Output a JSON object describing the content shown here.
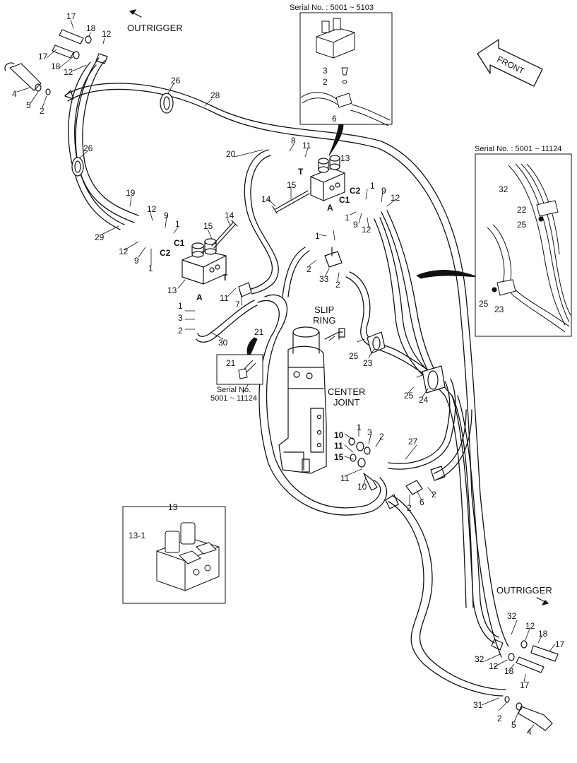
{
  "captions": {
    "outrigger_top": "OUTRIGGER",
    "outrigger_bottom": "OUTRIGGER",
    "front": "FRONT",
    "slip_ring": [
      "SLIP",
      "RING"
    ],
    "center_joint": [
      "CENTER",
      "JOINT"
    ],
    "serial_top": "Serial No. : 5001 ~ 5103",
    "serial_right": "Serial No. : 5001 ~ 11124",
    "serial_small": [
      "Serial No.",
      "5001 ~ 11124"
    ]
  },
  "port_letters": [
    "C1",
    "C2",
    "T",
    "A",
    "C1",
    "C2",
    "T",
    "A"
  ],
  "part_numbers": [
    "1",
    "2",
    "3",
    "4",
    "5",
    "6",
    "7",
    "8",
    "9",
    "10",
    "11",
    "12",
    "13",
    "13-1",
    "14",
    "15",
    "17",
    "18",
    "19",
    "20",
    "21",
    "22",
    "23",
    "24",
    "25",
    "26",
    "27",
    "28",
    "29",
    "30",
    "31",
    "32",
    "33"
  ]
}
